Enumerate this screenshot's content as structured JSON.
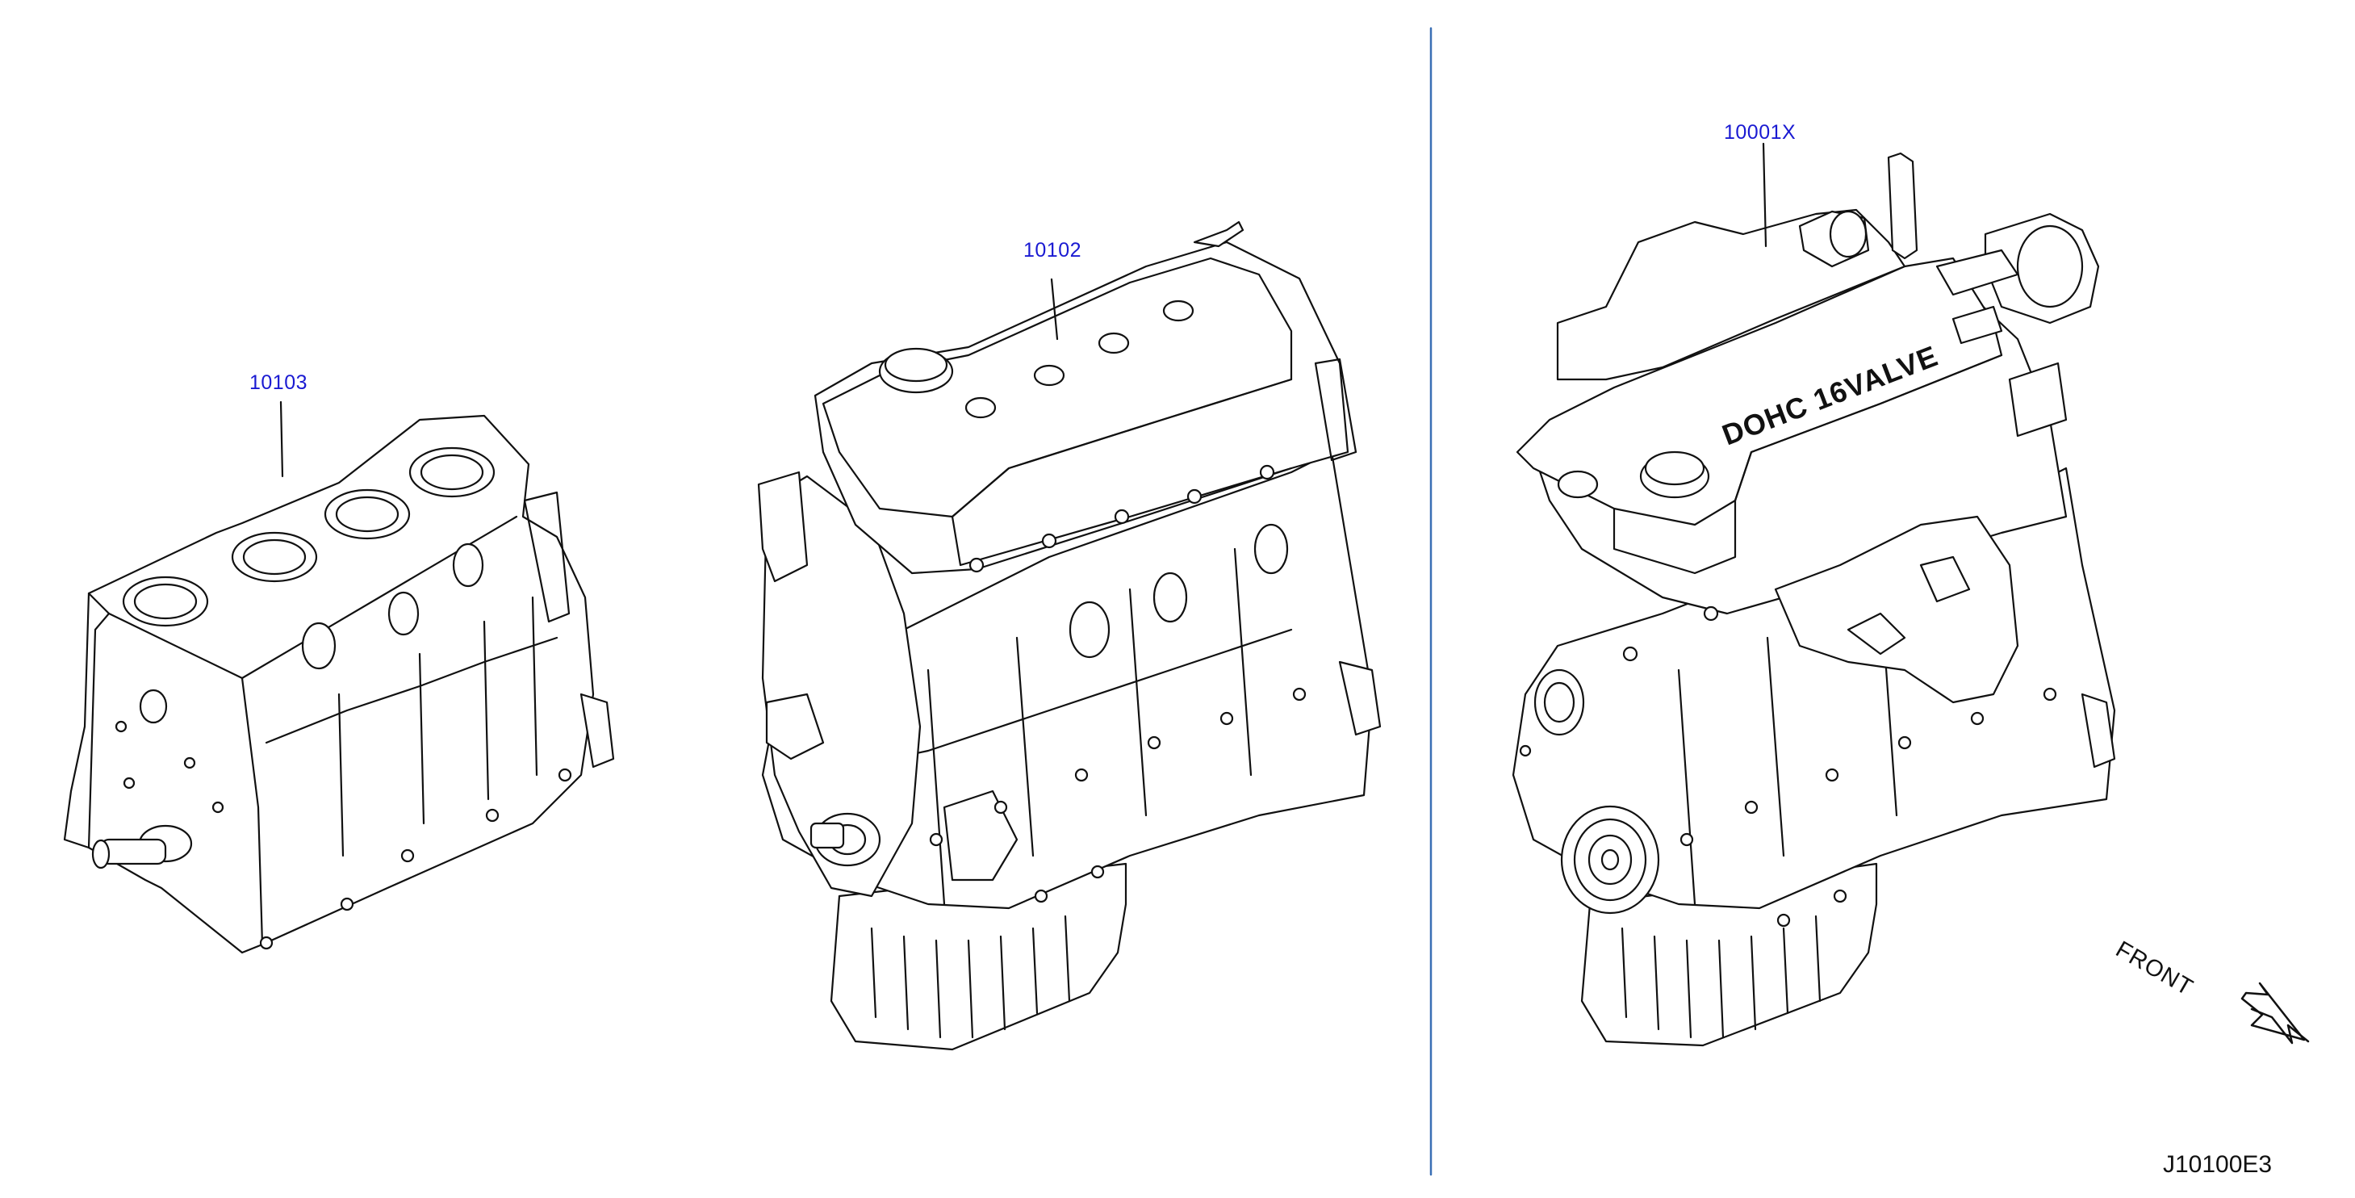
{
  "parts": [
    {
      "number": "10103",
      "part": "short-engine-block"
    },
    {
      "number": "10102",
      "part": "long-engine-assembly"
    },
    {
      "number": "10001X",
      "part": "complete-engine-assembly"
    }
  ],
  "engine_cover_text": "DOHC 16VALVE",
  "front_label": "FRONT",
  "diagram_code": "J10100E3",
  "colors": {
    "callout": "#1a1ad2",
    "divider": "#3a6fb5",
    "line": "#111111"
  }
}
